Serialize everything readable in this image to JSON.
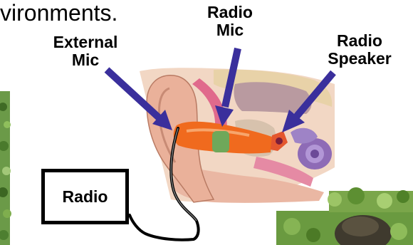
{
  "title_fragment": "vironments.",
  "labels": {
    "external_mic": "External\nMic",
    "radio_mic": "Radio\nMic",
    "radio_speaker": "Radio\nSpeaker",
    "radio": "Radio"
  },
  "colors": {
    "arrow": "#3a2f9c",
    "foliage": "#5f8f3a",
    "ear_skin": "#e9b59a",
    "canal": "#f06a1e",
    "cable": "#000000"
  },
  "icons": {
    "ear": "ear-anatomy-illustration",
    "arrows": "pointer-arrow",
    "photos": "foliage-photo"
  }
}
